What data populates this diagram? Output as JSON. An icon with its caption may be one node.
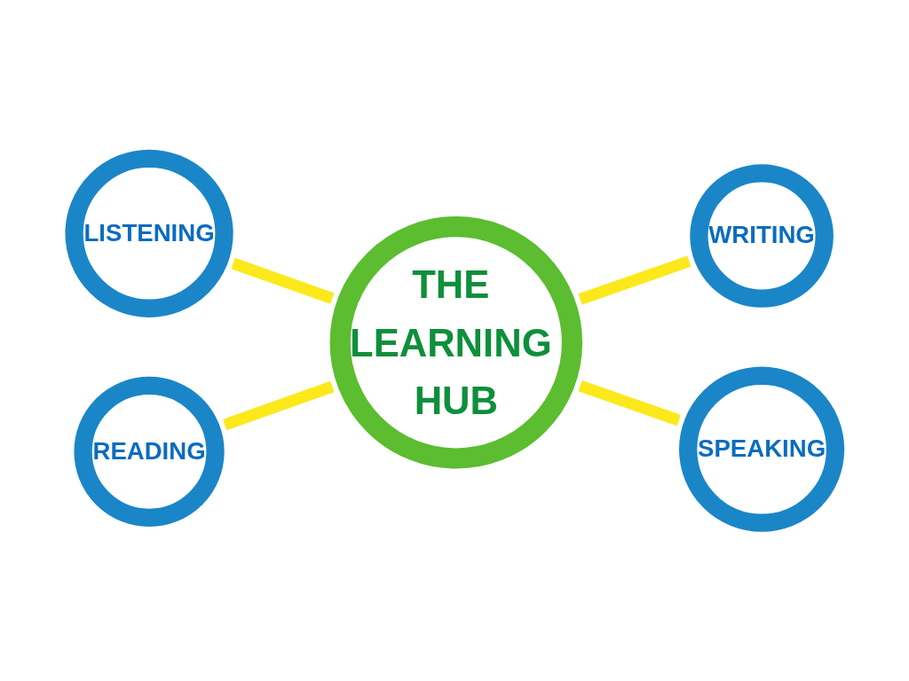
{
  "diagram": {
    "nodes": [
      {
        "text": [
          "WRITING"
        ]
      },
      {
        "text": [
          "LISTENING"
        ]
      },
      {
        "text": [
          "THE LEARNING HUB"
        ]
      },
      {
        "text": [
          "SPEAKING"
        ]
      },
      {
        "text": [
          "READING"
        ]
      }
    ],
    "edges": [
      {
        "from": 1,
        "to": 2,
        "arrow": "none"
      },
      {
        "from": 2,
        "to": 0,
        "arrow": "none"
      },
      {
        "from": 2,
        "to": 3,
        "arrow": "none"
      },
      {
        "from": 4,
        "to": 2,
        "arrow": "none"
      }
    ]
  }
}
